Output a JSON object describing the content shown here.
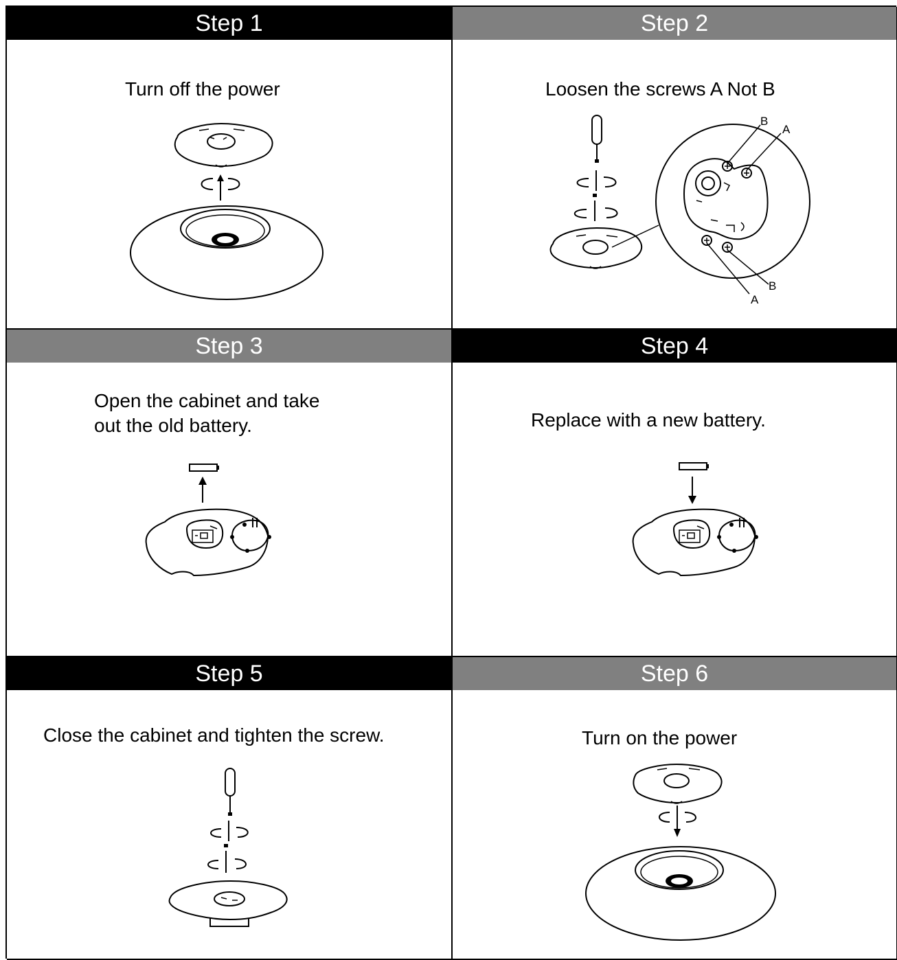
{
  "steps": [
    {
      "title": "Step 1",
      "caption": "Turn off the power",
      "header_color": "#000000"
    },
    {
      "title": "Step 2",
      "caption": "Loosen the screws A Not B",
      "header_color": "#808080"
    },
    {
      "title": "Step 3",
      "caption": "Open the cabinet and take\nout the old battery.",
      "header_color": "#808080"
    },
    {
      "title": "Step 4",
      "caption": "Replace with a new battery.",
      "header_color": "#000000"
    },
    {
      "title": "Step 5",
      "caption": "Close the cabinet and tighten the screw.",
      "header_color": "#000000"
    },
    {
      "title": "Step 6",
      "caption": "Turn on the power",
      "header_color": "#808080"
    }
  ],
  "screw_labels": {
    "a": "A",
    "b": "B"
  },
  "icons": [
    "rotate-arrow-icon",
    "screwdriver-icon",
    "battery-icon",
    "arrow-up-icon",
    "arrow-down-icon"
  ]
}
